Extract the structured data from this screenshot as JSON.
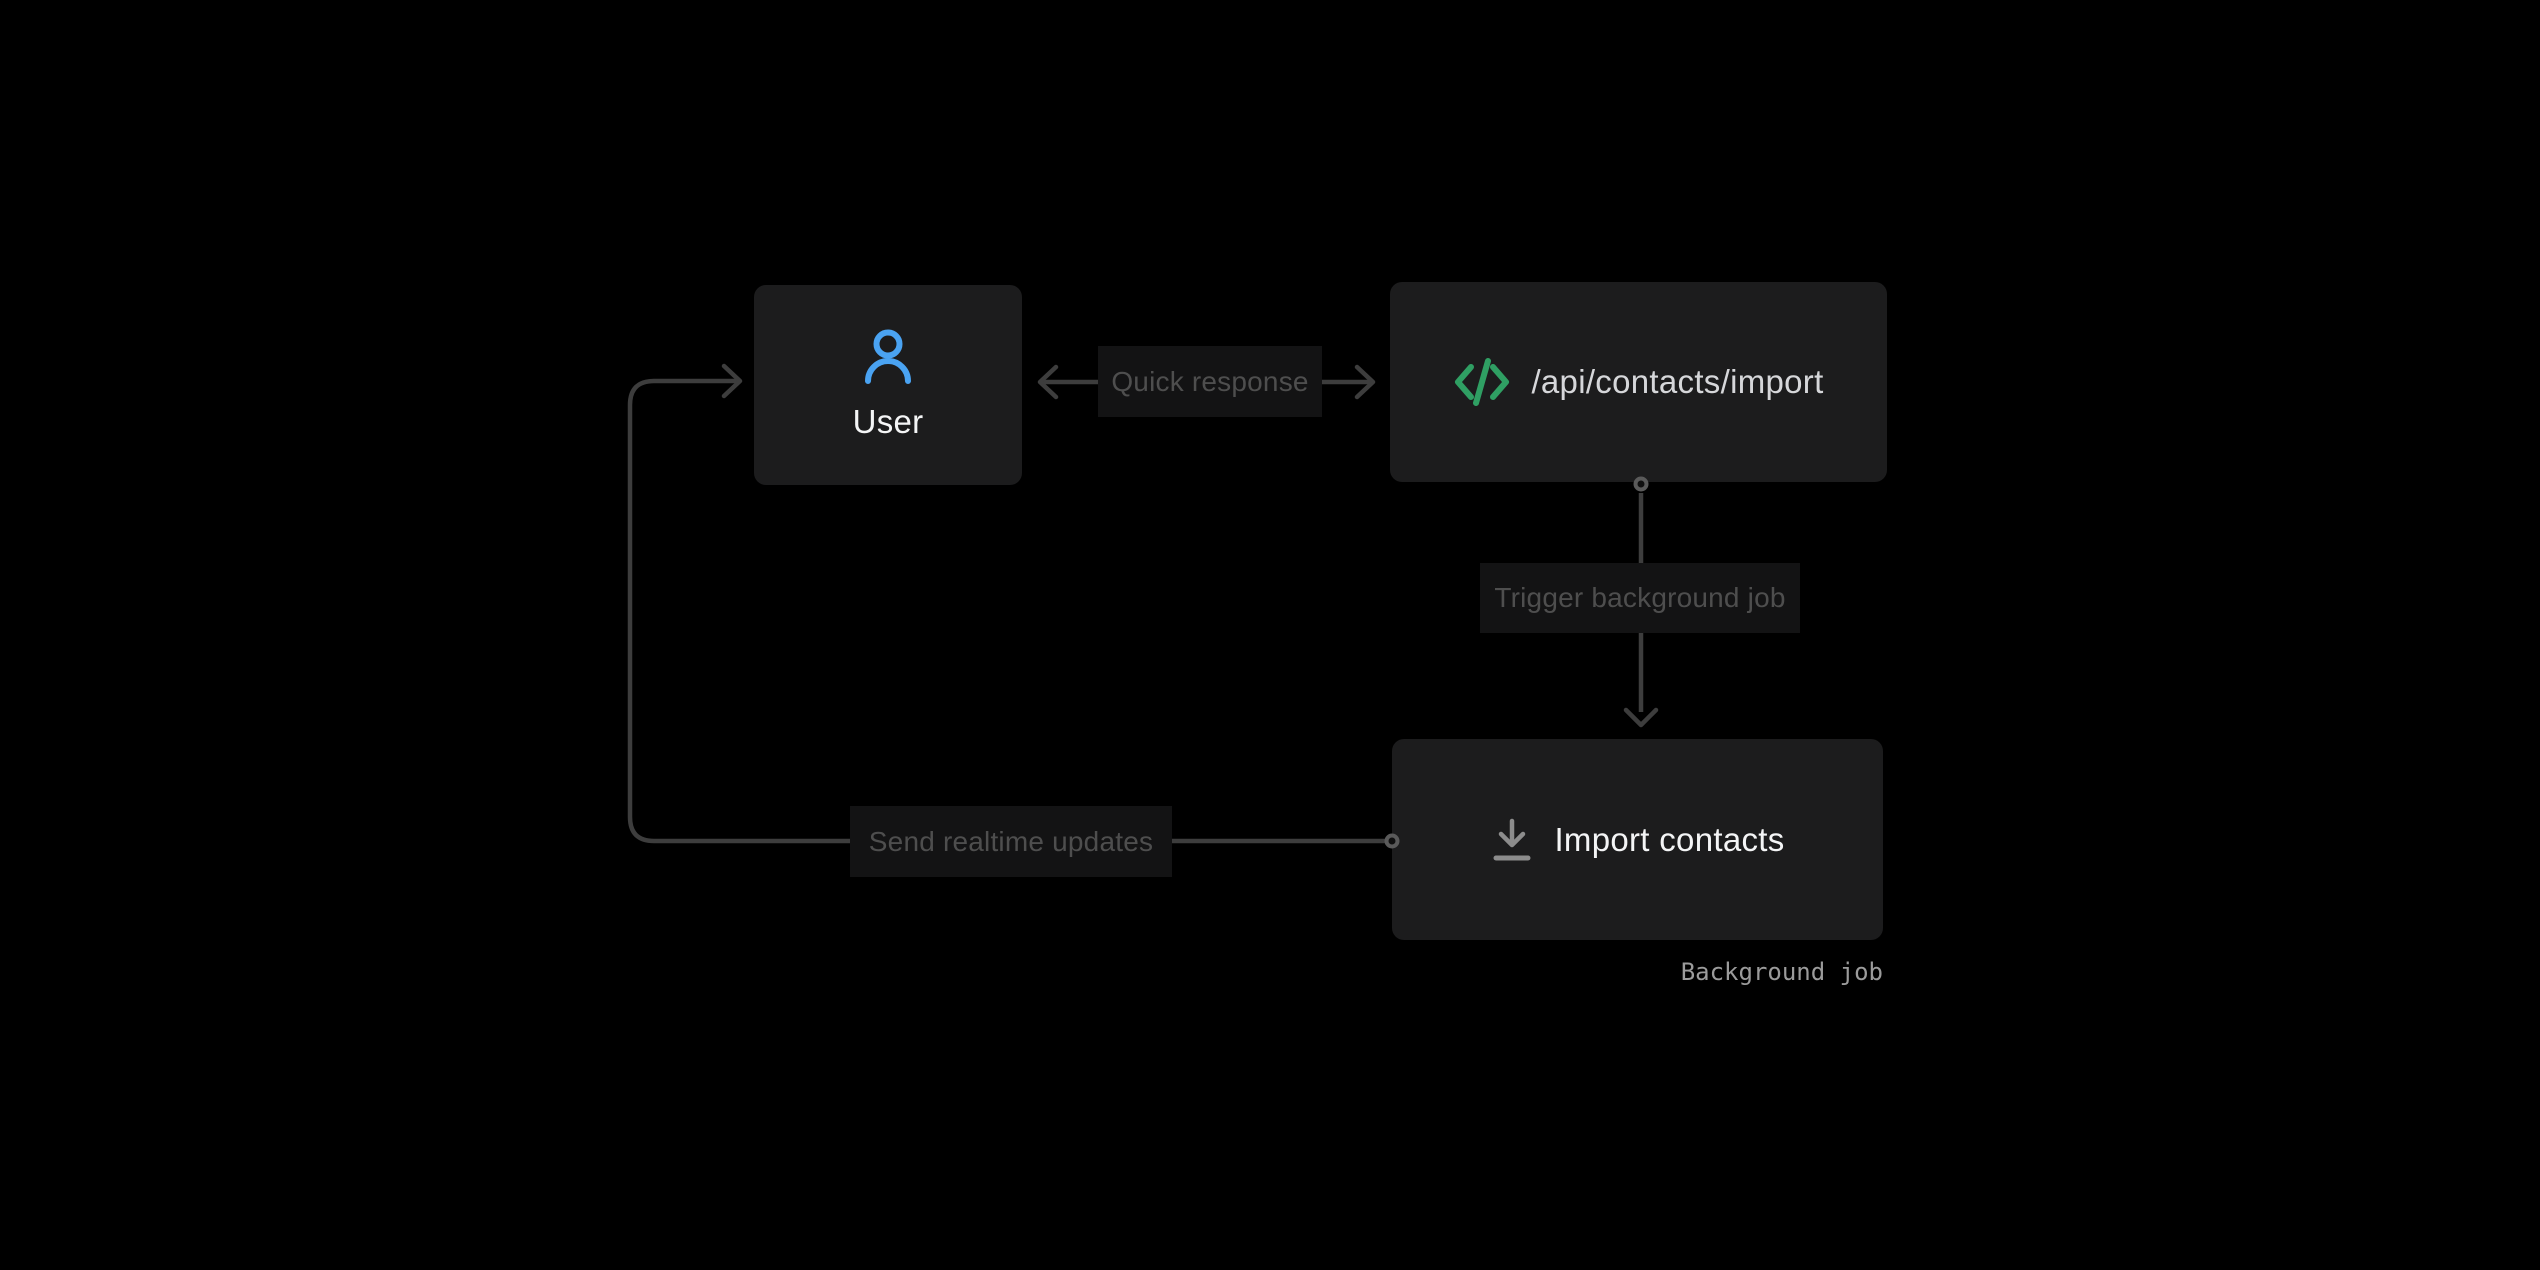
{
  "diagram": {
    "nodes": {
      "user": {
        "label": "User",
        "icon": "user-icon",
        "icon_color": "#4aa3f2"
      },
      "api_endpoint": {
        "label": "/api/contacts/import",
        "icon": "code-icon",
        "icon_color": "#2f9f63"
      },
      "background_job": {
        "label": "Import contacts",
        "icon": "download-icon",
        "icon_color": "#8c8c8c",
        "caption": "Background job"
      }
    },
    "edges": {
      "quick_response": {
        "label": "Quick response",
        "direction": "bidirectional",
        "from": "api_endpoint",
        "to": "user"
      },
      "trigger_background_job": {
        "label": "Trigger background job",
        "direction": "down",
        "from": "api_endpoint",
        "to": "background_job"
      },
      "send_realtime_updates": {
        "label": "Send realtime updates",
        "direction": "left-then-up",
        "from": "background_job",
        "to": "user"
      }
    },
    "colors": {
      "background": "#000000",
      "node_bg": "#1c1c1d",
      "label_bg": "#131314",
      "edge": "#3d3d3d",
      "edge_label_text": "#4e4e4e",
      "node_text": "#f4f5f6",
      "api_text": "#d6d7da",
      "accent_blue": "#4aa3f2",
      "accent_green": "#2f9f63",
      "icon_gray": "#8c8c8c",
      "caption_text": "#9b9b9b",
      "port_ring": "#5a5a5a"
    }
  }
}
